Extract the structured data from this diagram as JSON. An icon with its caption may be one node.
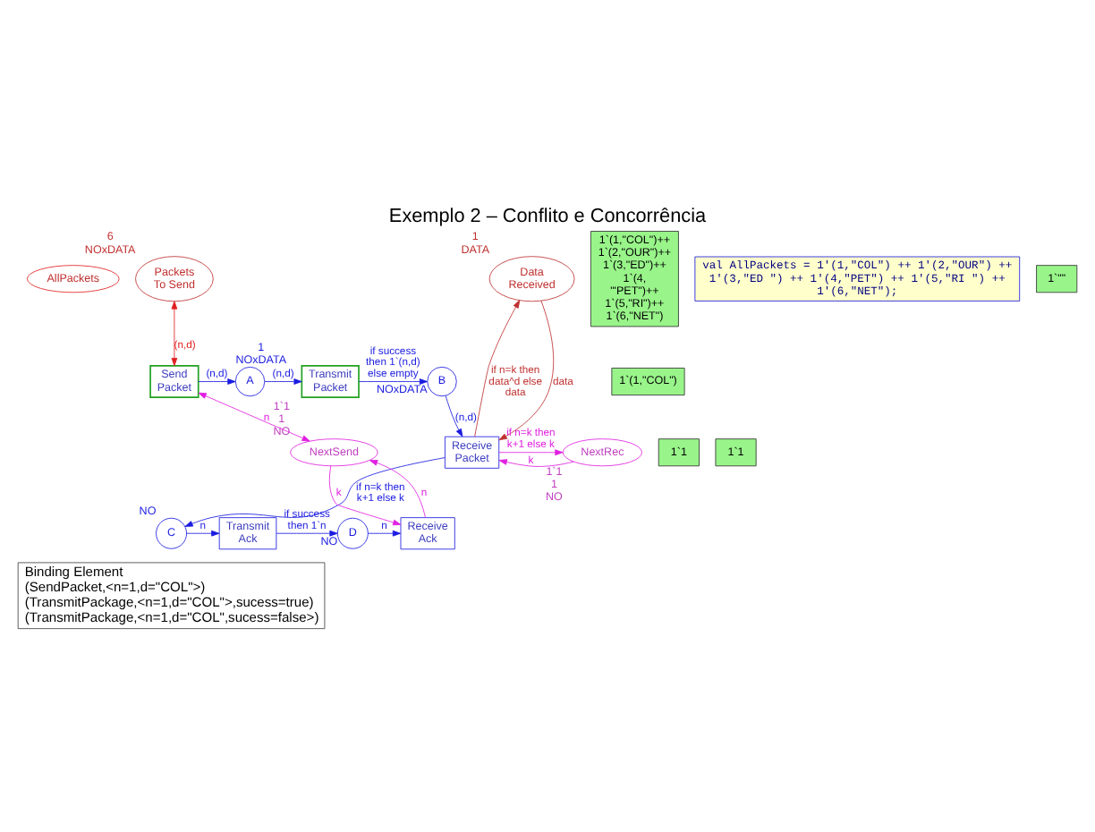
{
  "diagram": {
    "title": "Exemplo 2 – Conflito e Concorrência",
    "nodes": [
      {
        "text": [
          "AllPackets"
        ]
      },
      {
        "text": [
          "Packets To Send"
        ],
        "beside": [
          "6",
          "NOxDATA"
        ]
      },
      {
        "text": [
          "Send Packet"
        ]
      },
      {
        "text": [
          "A"
        ],
        "beside": [
          "1",
          "NOxDATA"
        ]
      },
      {
        "text": [
          "Transmit Packet"
        ]
      },
      {
        "text": [
          "B"
        ],
        "beside": [
          "NOxDATA"
        ]
      },
      {
        "text": [
          "Data Received"
        ],
        "beside": [
          "1",
          "DATA"
        ]
      },
      {
        "text": [
          "Receive Packet"
        ]
      },
      {
        "text": [
          "NextSend"
        ],
        "beside": [
          "1`1",
          "1",
          "NO"
        ]
      },
      {
        "text": [
          "NextRec"
        ],
        "beside": [
          "1`1",
          "1",
          "NO"
        ]
      },
      {
        "text": [
          "Receive Ack"
        ]
      },
      {
        "text": [
          "D"
        ],
        "beside": [
          "NO"
        ]
      },
      {
        "text": [
          "Transmit Ack"
        ]
      },
      {
        "text": [
          "C"
        ],
        "beside": [
          "NO"
        ]
      },
      {
        "text": [
          "1`(1,\"COL\")++ 1`(2,\"OUR\")++ 1`(3,\"ED\")++ 1`(4, \"'PET\")++ 1`(5,\"RI\")++ 1`(6,\"NET\")"
        ]
      },
      {
        "text": [
          "1`(1,\"COL\")"
        ]
      },
      {
        "text": [
          "val AllPackets = 1'(1,\"COL\") ++ 1'(2,\"OUR\") ++ 1'(3,\"ED \") ++ 1'(4,\"PET\") ++ 1'(5,\"RI \") ++ 1'(6,\"NET\");"
        ]
      },
      {
        "text": [
          "1`\"\""
        ]
      },
      {
        "text": [
          "1`1"
        ]
      },
      {
        "text": [
          "1`1"
        ]
      },
      {
        "text": [
          "Binding Element",
          "(SendPacket,<n=1,d=\"COL\">)",
          "(TransmitPackage,<n=1,d=\"COL\">,sucess=true)",
          "(TransmitPackage,<n=1,d=\"COL\",sucess=false>)"
        ]
      }
    ],
    "edges": [
      {
        "from": 1,
        "to": 2,
        "arrow": "both",
        "label": "(n,d)",
        "color": "#e02020"
      },
      {
        "from": 2,
        "to": 3,
        "arrow": "to",
        "label": "(n,d)"
      },
      {
        "from": 3,
        "to": 4,
        "arrow": "to",
        "label": "(n,d)"
      },
      {
        "from": 4,
        "to": 5,
        "arrow": "to",
        "label": "if success then 1`(n,d) else empty"
      },
      {
        "from": 5,
        "to": 7,
        "arrow": "to",
        "label": "(n,d)"
      },
      {
        "from": 6,
        "to": 7,
        "arrow": "to",
        "label": "data",
        "color": "#c03030"
      },
      {
        "from": 7,
        "to": 6,
        "arrow": "to",
        "label": "if n=k then data^d else data",
        "color": "#c03030"
      },
      {
        "from": 9,
        "to": 7,
        "arrow": "to",
        "label": "k",
        "color": "#e020e0"
      },
      {
        "from": 7,
        "to": 9,
        "arrow": "to",
        "label": "if n=k then k+1 else k",
        "color": "#e020e0"
      },
      {
        "from": 7,
        "to": 13,
        "arrow": "to",
        "label": "if n=k then k+1 else k"
      },
      {
        "from": 13,
        "to": 12,
        "arrow": "to",
        "label": "n"
      },
      {
        "from": 12,
        "to": 11,
        "arrow": "to",
        "label": "if success then 1`n"
      },
      {
        "from": 11,
        "to": 10,
        "arrow": "to",
        "label": "n"
      },
      {
        "from": 8,
        "to": 10,
        "arrow": "to",
        "label": "k",
        "color": "#e020e0"
      },
      {
        "from": 10,
        "to": 8,
        "arrow": "to",
        "label": "n",
        "color": "#e020e0"
      },
      {
        "from": 8,
        "to": 2,
        "arrow": "both",
        "label": "n",
        "color": "#e020e0"
      }
    ]
  }
}
